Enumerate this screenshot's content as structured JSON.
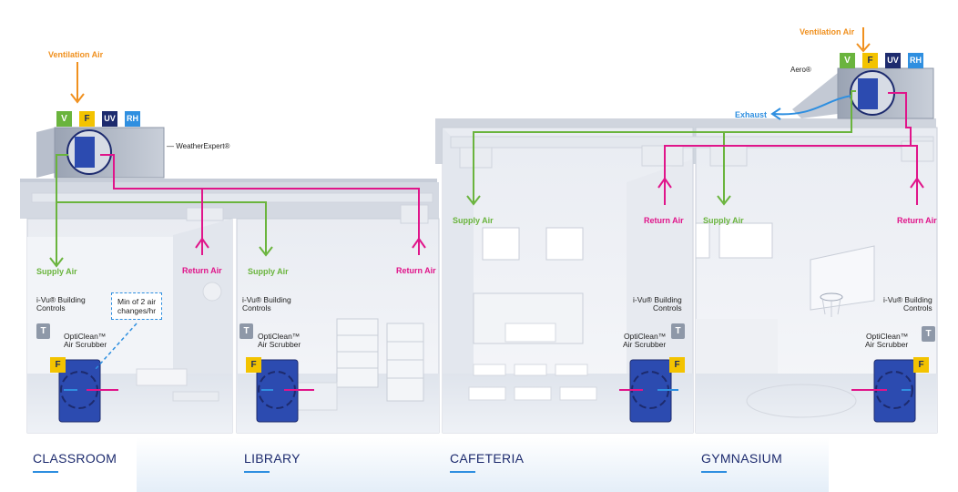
{
  "labels": {
    "ventilation_air_left": "Ventilation Air",
    "ventilation_air_right": "Ventilation Air",
    "weatherexpert": "WeatherExpert®",
    "aero": "Aero®",
    "exhaust": "Exhaust",
    "supply_air": "Supply Air",
    "return_air": "Return Air",
    "ivu_controls": "i-Vu® Building\nControls",
    "opticlean": "OptiClean™\nAir Scrubber",
    "air_changes_note": "Min of 2 air\nchanges/hr",
    "thermostat": "T"
  },
  "badges": {
    "v": "V",
    "f": "F",
    "uv": "UV",
    "rh": "RH"
  },
  "rooms": [
    "CLASSROOM",
    "LIBRARY",
    "CAFETERIA",
    "GYMNASIUM"
  ],
  "colors": {
    "supply": "#6ab43d",
    "return": "#e0158a",
    "ventilation": "#f0901e",
    "exhaust": "#2f8fe0",
    "room_label": "#1d2b6e"
  }
}
